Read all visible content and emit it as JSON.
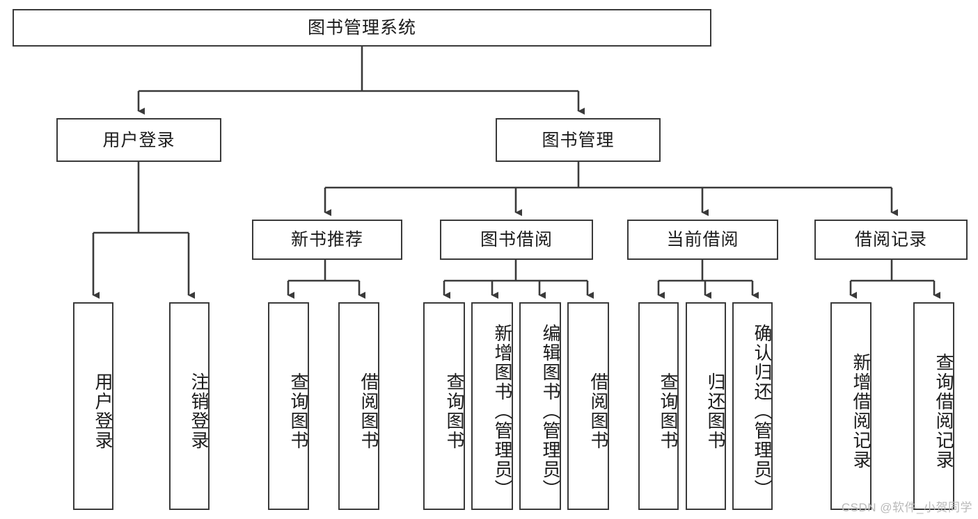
{
  "diagram": {
    "type": "tree-hierarchy-chart",
    "title": "图书管理系统",
    "line_color": "#3a3a3a",
    "box_fill": "#ffffff",
    "text_color": "#1b1b1b",
    "root": {
      "label": "图书管理系统"
    },
    "level2": [
      {
        "label": "用户登录"
      },
      {
        "label": "图书管理"
      }
    ],
    "level3": [
      {
        "label": "新书推荐"
      },
      {
        "label": "图书借阅"
      },
      {
        "label": "当前借阅"
      },
      {
        "label": "借阅记录"
      }
    ],
    "leaves": {
      "user_login": [
        {
          "label": "用户登录"
        },
        {
          "label": "注销登录"
        }
      ],
      "new_book_recommend": [
        {
          "label": "查询图书"
        },
        {
          "label": "借阅图书"
        }
      ],
      "book_borrow": [
        {
          "label": "查询图书"
        },
        {
          "label": "新增图书（管理员）"
        },
        {
          "label": "编辑图书（管理员）"
        },
        {
          "label": "借阅图书"
        }
      ],
      "current_borrow": [
        {
          "label": "查询图书"
        },
        {
          "label": "归还图书"
        },
        {
          "label": "确认归还（管理员）"
        }
      ],
      "borrow_record": [
        {
          "label": "新增借阅记录"
        },
        {
          "label": "查询借阅记录"
        }
      ]
    }
  },
  "watermark": {
    "text": "CSDN @软件_小贺同学",
    "color": "#b9b9b9"
  }
}
